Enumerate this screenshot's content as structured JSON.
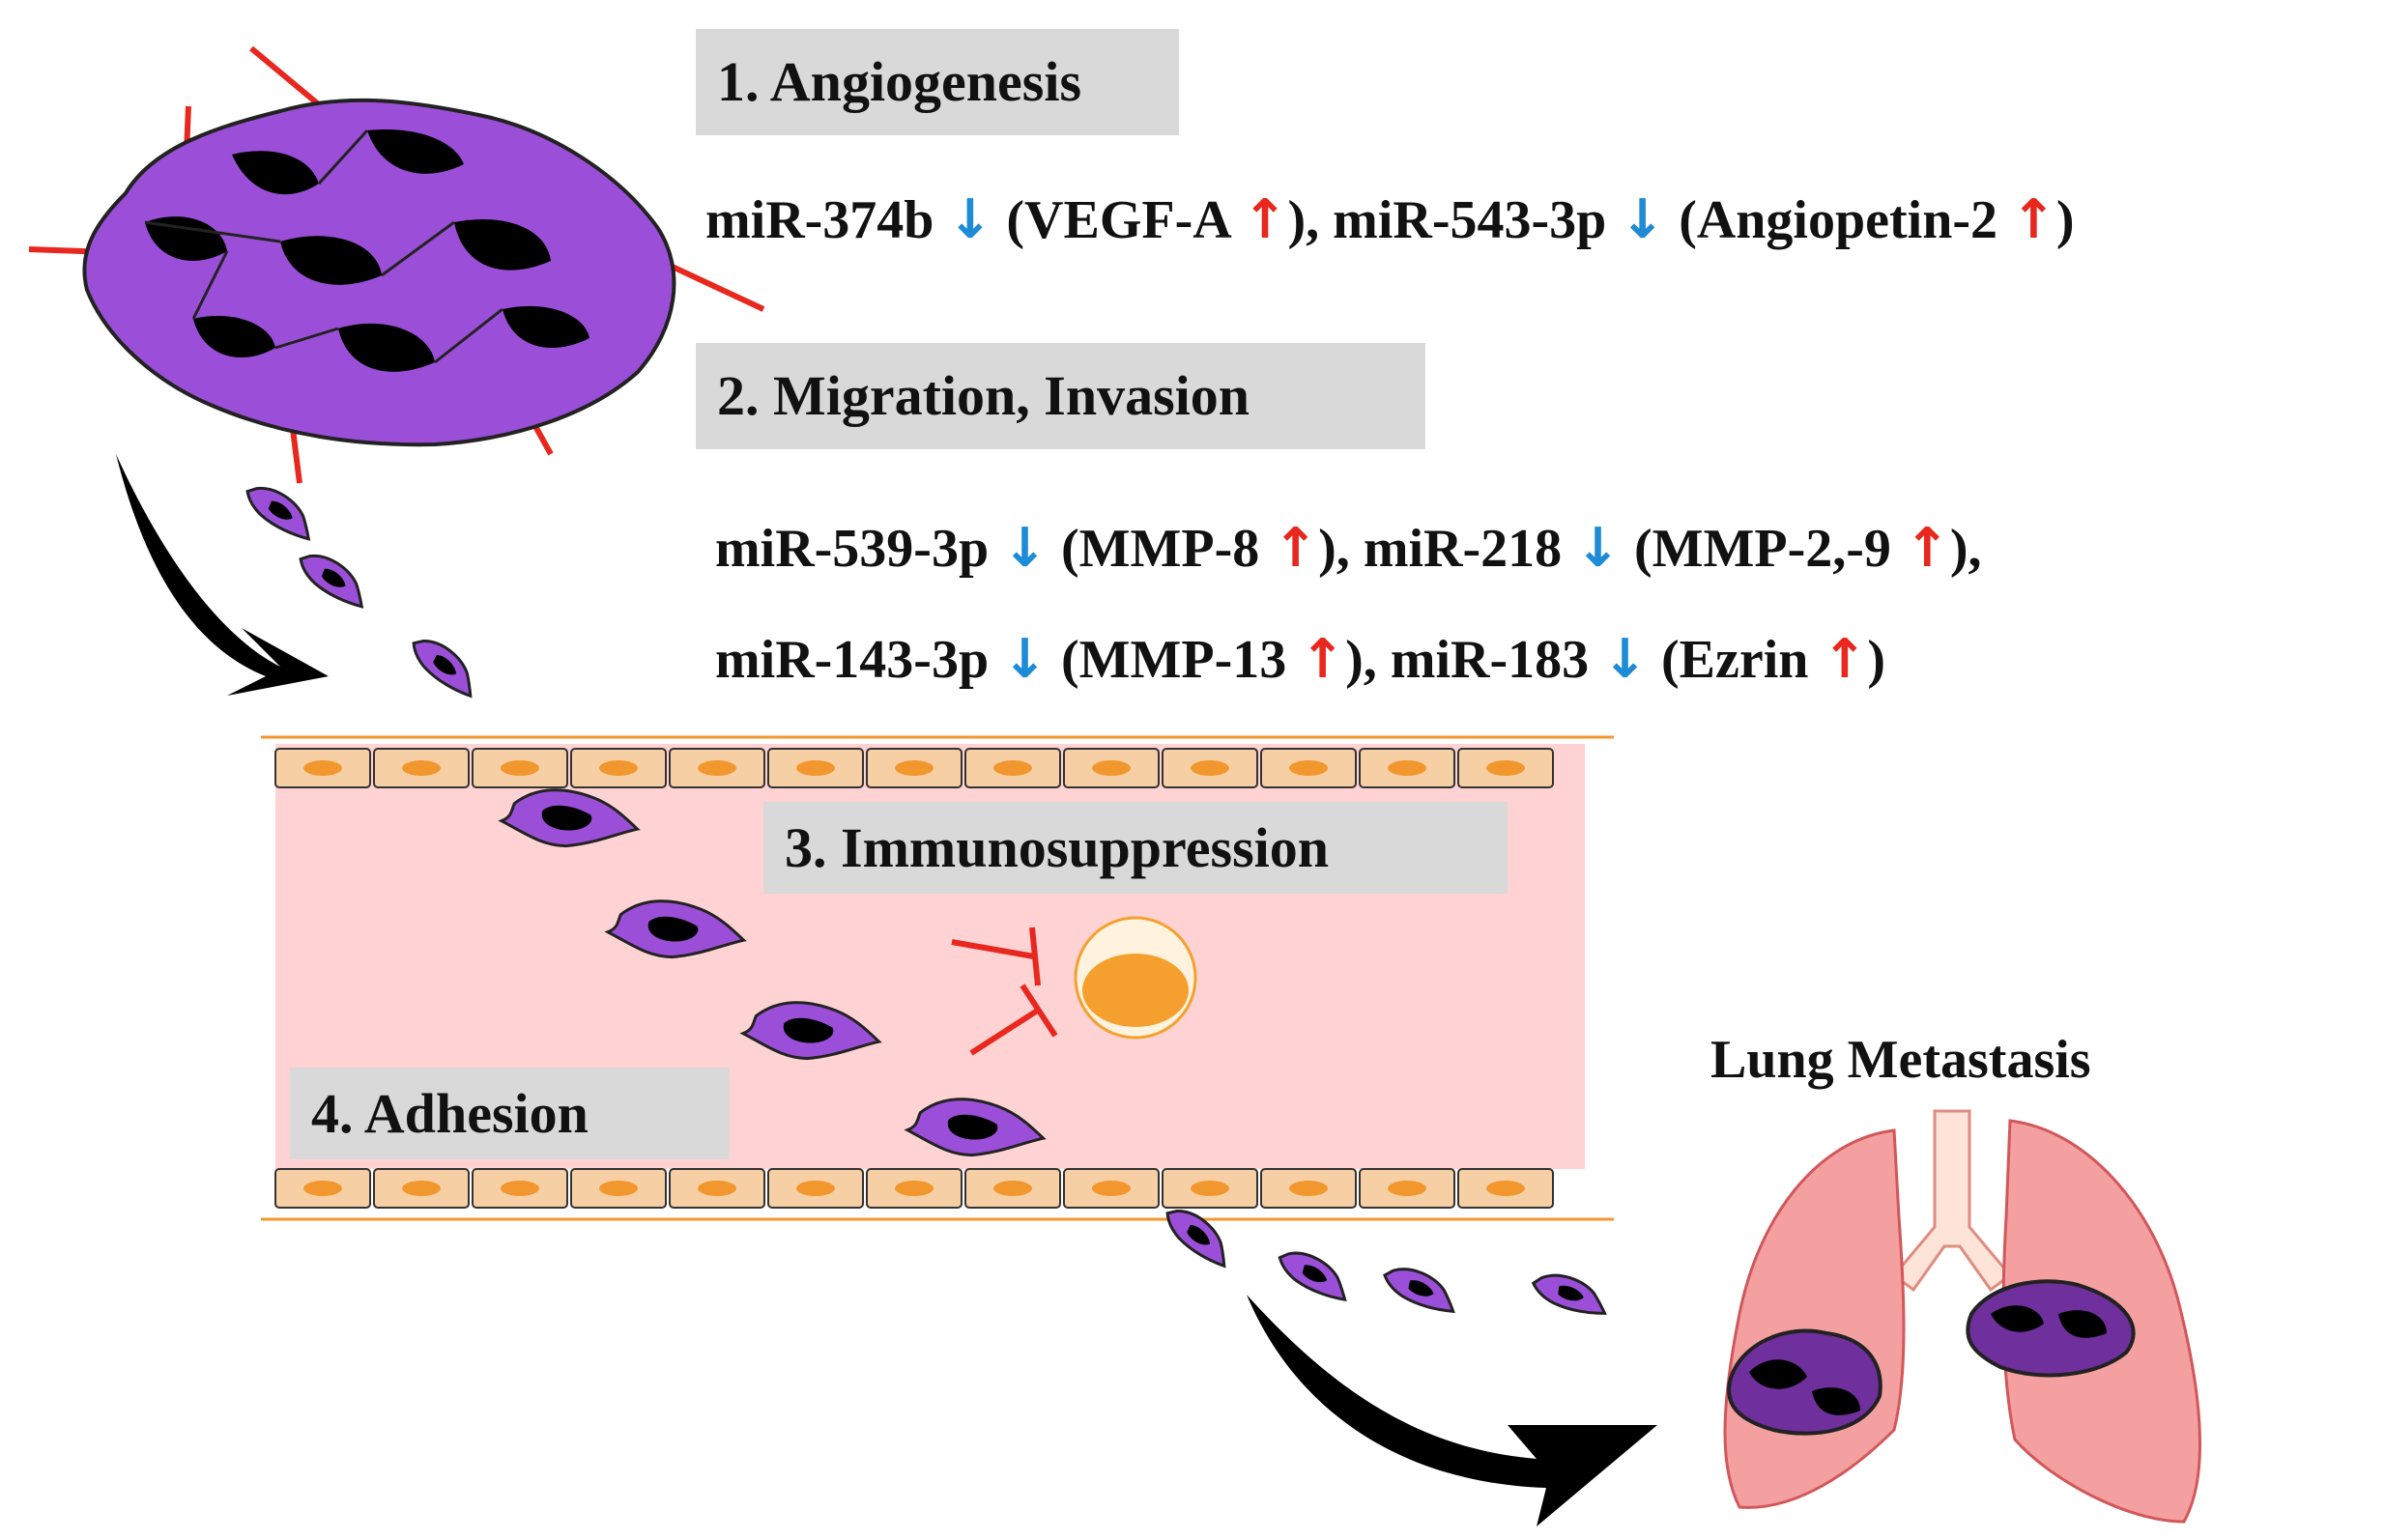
{
  "steps": {
    "angiogenesis": "1. Angiogenesis",
    "migration": "2. Migration, Invasion",
    "immunosuppression": "3. Immunosuppression",
    "adhesion": "4. Adhesion"
  },
  "arrows": {
    "down": "↓",
    "up": "↑"
  },
  "angiogenesis_line": [
    {
      "mirna": "miR-374b",
      "target": "(VEGF-A",
      "close": "),",
      "sep": " "
    },
    {
      "mirna": "miR-543-3p",
      "target": "(Angiopetin-2",
      "close": ")",
      "sep": " "
    }
  ],
  "migration_line1": [
    {
      "mirna": "miR-539-3p",
      "target": "(MMP-8",
      "close": "),",
      "sep": " "
    },
    {
      "mirna": "miR-218",
      "target": "(MMP-2,-9",
      "close": "),",
      "sep": " "
    }
  ],
  "migration_line2": [
    {
      "mirna": "miR-143-3p",
      "target": "(MMP-13",
      "close": "),",
      "sep": " "
    },
    {
      "mirna": "miR-183",
      "target": "(Ezrin",
      "close": ")",
      "sep": " "
    }
  ],
  "lung_title": "Lung Metastasis",
  "colors": {
    "cell_fill": "#9b4fd8",
    "nucleus": "#000000",
    "vessel_fill": "#ffd3d3",
    "endothelial": "#f4c59a",
    "endo_nucleus": "#f2972e",
    "immune_cell": "#f5a02e",
    "inhibit": "#e8281e",
    "down_arrow": "#1e8bd6",
    "up_arrow": "#e8281e",
    "lung": "#f4a0a0",
    "trachea": "#fde3d8"
  }
}
